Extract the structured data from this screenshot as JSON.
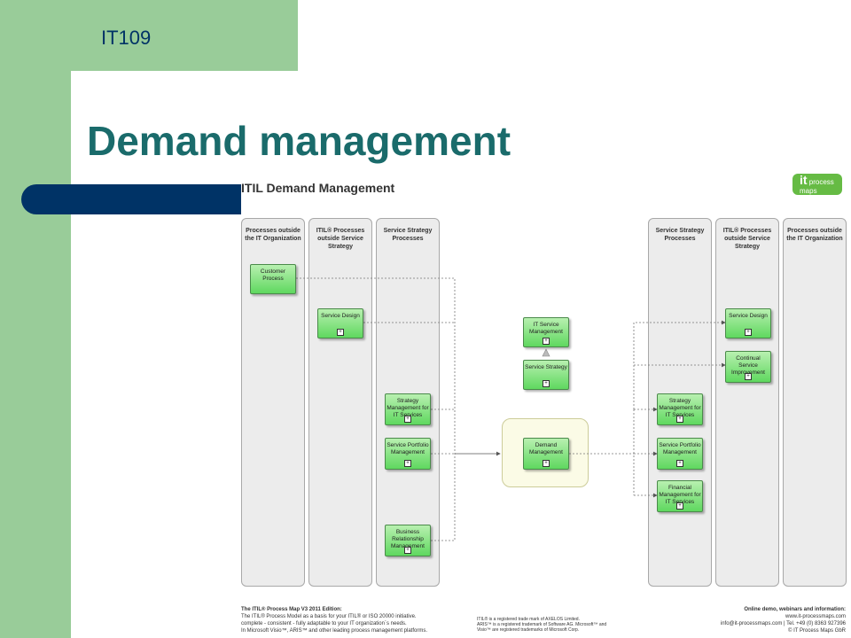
{
  "slide": {
    "course_code": "IT109",
    "title": "Demand management"
  },
  "diagram": {
    "title": "ITIL Demand Management",
    "logo": {
      "line1": "it",
      "line2": "process",
      "line3": "maps"
    },
    "lanes": [
      {
        "label": "Processes outside the IT Organization"
      },
      {
        "label": "ITIL® Processes outside Service Strategy"
      },
      {
        "label": "Service Strategy Processes"
      },
      {
        "label": "Service Strategy Processes"
      },
      {
        "label": "ITIL® Processes outside Service Strategy"
      },
      {
        "label": "Processes outside the IT Organization"
      }
    ],
    "boxes": {
      "customer_process": "Customer Process",
      "service_design_left": "Service Design",
      "strategy_mgmt_left": "Strategy Management for IT Services",
      "portfolio_left": "Service Portfolio Management",
      "brm": "Business Relationship Management",
      "it_service_mgmt": "IT Service Management",
      "service_strategy": "Service Strategy",
      "demand_mgmt": "Demand Management",
      "strategy_mgmt_right": "Strategy Management for IT Services",
      "portfolio_right": "Service Portfolio Management",
      "financial_mgmt": "Financial Management for IT Services",
      "service_design_right": "Service Design",
      "csi": "Continual Service Improvement"
    },
    "footer": {
      "left_title": "The ITIL® Process Map V3 2011 Edition:",
      "left_l1": "The ITIL® Process Model as a basis for your ITIL® or ISO 20000 initiative.",
      "left_l2": "complete - consistent - fully adaptable to your IT organization´s needs.",
      "left_l3": "In Microsoft Visio™, ARIS™ and other leading process management platforms.",
      "mid_l1": "ITIL® is a registered trade mark of AXELOS Limited.",
      "mid_l2": "ARIS™ is a registered trademark of Software AG. Microsoft™ and",
      "mid_l3": "Visio™ are registered trademarks of Microsoft Corp.",
      "right_title": "Online demo, webinars and information:",
      "right_l1": "www.it-processmaps.com",
      "right_l2": "info@it-processmaps.com | Tel. +49 (0) 8363 927396",
      "right_l3": "© IT Process Maps GbR"
    }
  }
}
